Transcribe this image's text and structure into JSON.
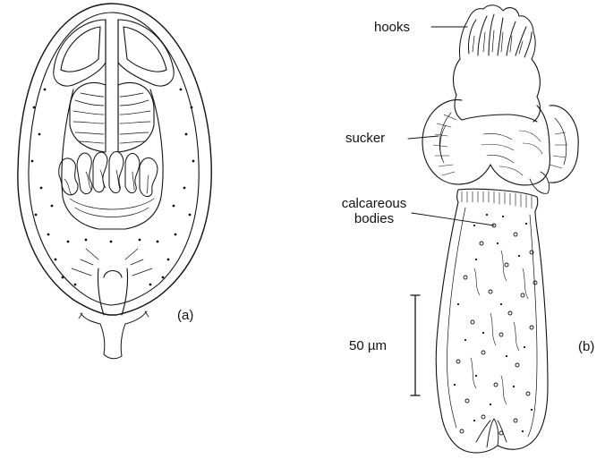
{
  "figure": {
    "panels": [
      {
        "id": "a",
        "label": "(a)"
      },
      {
        "id": "b",
        "label": "(b)"
      }
    ],
    "annotations": {
      "hooks": "hooks",
      "sucker": "sucker",
      "calcareous_line1": "calcareous",
      "calcareous_line2": "bodies"
    },
    "scale_bar": {
      "label": "50 µm"
    },
    "colors": {
      "ink": "#111111",
      "background": "#ffffff"
    }
  }
}
